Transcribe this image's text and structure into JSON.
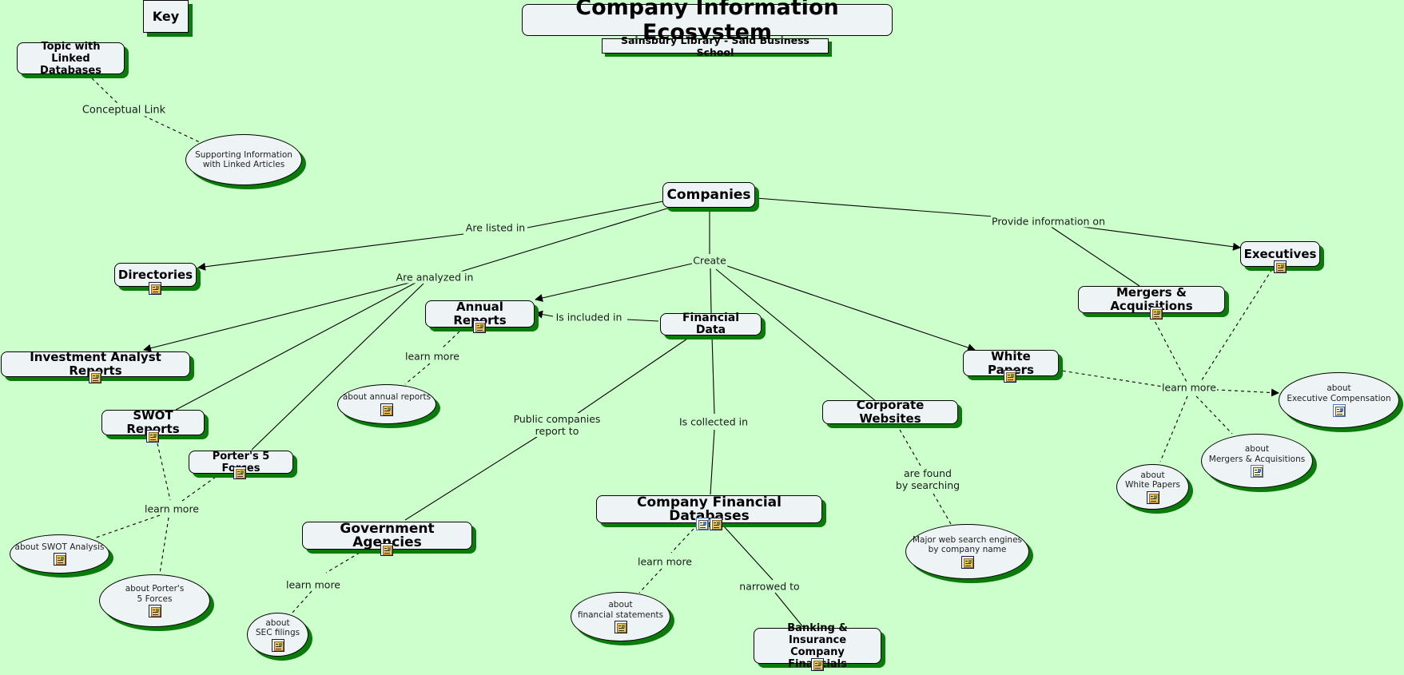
{
  "header": {
    "title": "Company Information Ecosystem",
    "subtitle": "Sainsbury Library - Said Business School"
  },
  "key": {
    "label": "Key",
    "topic": "Topic with\nLinked Databases",
    "link_label": "Conceptual Link",
    "supporting": "Supporting Information\nwith Linked Articles"
  },
  "concepts": {
    "companies": "Companies",
    "directories": "Directories",
    "investment_analyst_reports": "Investment Analyst Reports",
    "swot_reports": "SWOT Reports",
    "porters_5_forces": "Porter's 5 Forces",
    "annual_reports": "Annual Reports",
    "financial_data": "Financial Data",
    "government_agencies": "Government Agencies",
    "company_financial_databases": "Company Financial Databases",
    "banking_insurance": "Banking & Insurance\nCompany Financials",
    "corporate_websites": "Corporate Websites",
    "white_papers": "White Papers",
    "mergers_acquisitions": "Mergers & Acquisitions",
    "executives": "Executives"
  },
  "resources": {
    "about_annual_reports": "about annual reports",
    "about_swot": "about SWOT Analysis",
    "about_porters": "about Porter's\n5 Forces",
    "about_sec": "about\nSEC filings",
    "about_financial_statements": "about\nfinancial statements",
    "web_search": "Major web search engines\nby company name",
    "about_white_papers": "about\nWhite Papers",
    "about_ma": "about\nMergers & Acquisitions",
    "about_exec_comp": "about\nExecutive Compensation"
  },
  "link_labels": {
    "are_listed_in": "Are listed in",
    "are_analyzed_in": "Are analyzed in",
    "create": "Create",
    "provide_information_on": "Provide information on",
    "is_included_in": "Is included in",
    "public_companies_report_to": "Public companies\nreport to",
    "is_collected_in": "Is collected in",
    "narrowed_to": "narrowed to",
    "are_found_by_searching": "are found\nby searching",
    "learn_more": "learn more"
  },
  "icons": {
    "database_link": "database-document-icon",
    "web_link": "web-page-icon"
  },
  "colors": {
    "background": "#ccffcc",
    "node_fill": "#eef4f6",
    "shadow": "#0a7a0a"
  }
}
